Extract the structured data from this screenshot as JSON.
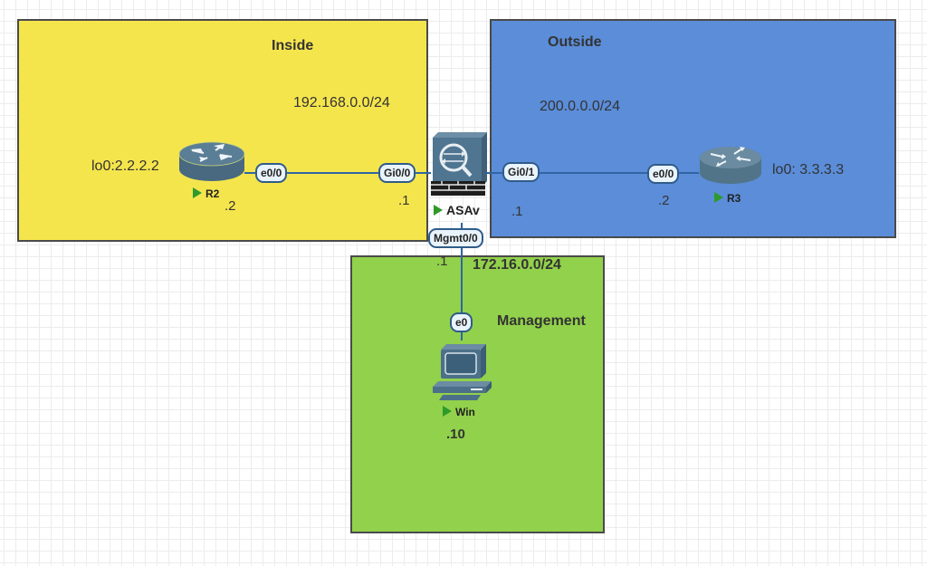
{
  "zones": {
    "inside": {
      "title": "Inside",
      "subnet": "192.168.0.0/24",
      "color": "#f5e54d"
    },
    "outside": {
      "title": "Outside",
      "subnet": "200.0.0.0/24",
      "color": "#5b8dd9"
    },
    "management": {
      "title": "Management",
      "subnet": "172.16.0.0/24",
      "color": "#92d14b"
    }
  },
  "nodes": {
    "r2": {
      "name": "R2",
      "type": "router-icon",
      "loopback": "lo0:2.2.2.2",
      "host_addr": ".2",
      "status": "running"
    },
    "asav": {
      "name": "ASAv",
      "type": "firewall-icon",
      "status": "running"
    },
    "r3": {
      "name": "R3",
      "type": "router-icon",
      "loopback": "lo0: 3.3.3.3",
      "host_addr": ".2",
      "status": "running"
    },
    "win": {
      "name": "Win",
      "type": "workstation-icon",
      "host_addr": ".10",
      "status": "running"
    }
  },
  "links": [
    {
      "a": "R2",
      "a_intf": "e0/0",
      "b": "ASAv",
      "b_intf": "Gi0/0",
      "b_addr": ".1"
    },
    {
      "a": "ASAv",
      "a_intf": "Gi0/1",
      "a_addr": ".1",
      "b": "R3",
      "b_intf": "e0/0"
    },
    {
      "a": "ASAv",
      "a_intf": "Mgmt0/0",
      "a_addr": ".1",
      "b": "Win",
      "b_intf": "e0"
    }
  ],
  "colors": {
    "link": "#2f66a3",
    "status_running": "#2e9a2b",
    "device": "#4a6f8a"
  }
}
